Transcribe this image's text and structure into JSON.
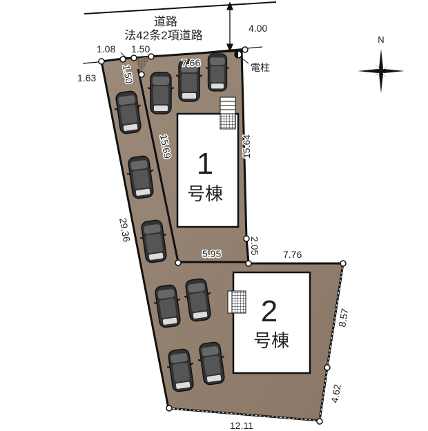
{
  "road": {
    "label": "道路",
    "type_label": "法42条2項道路",
    "width": "4.00"
  },
  "utility_pole": {
    "label": "電柱",
    "icon": "utility-pole-icon"
  },
  "compass": {
    "north_label": "N",
    "icon": "compass-rose-icon"
  },
  "colors": {
    "lot_fill": "#8f7c6c",
    "lot_fill_light": "#a8988a",
    "outline": "#1a1a1a",
    "building": "#ffffff",
    "hatch": "#7a6a5c"
  },
  "buildings": [
    {
      "number": "1",
      "suffix": "号棟"
    },
    {
      "number": "2",
      "suffix": "号棟"
    }
  ],
  "dimensions": {
    "top_left_1": "1.08",
    "top_left_2": "1.50",
    "left_corner": "1.63",
    "strip_width": "1.50",
    "top_frontage": "7.66",
    "lot1_right": "15.64",
    "lot1_left": "15.69",
    "west_long": "29.36",
    "lot1_bottom": "5.95",
    "step": "2.05",
    "lot2_top": "7.76",
    "east_upper": "8.57",
    "east_lower": "4.62",
    "south": "12.11"
  },
  "parking": {
    "lot1_spaces": 6,
    "lot2_spaces": 4
  }
}
